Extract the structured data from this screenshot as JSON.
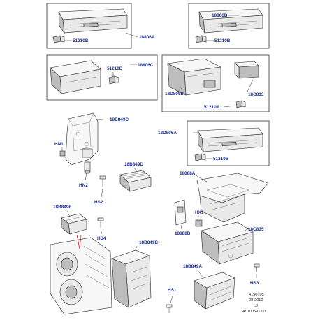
{
  "labels": {
    "p18806A": "18806A",
    "p51210B_a": "51210B",
    "p18806B": "18806B",
    "p51210B_b": "51210B",
    "p18806C": "18806C",
    "p51210B_c": "51210B",
    "p18D806B": "18D806B",
    "p18C833": "18C833",
    "p51210A": "51210A",
    "p18B849C": "18B849C",
    "p18D806A": "18D806A",
    "p51210B_d": "51210B",
    "pHN1": "HN1",
    "pHN2": "HN2",
    "p18B849D": "18B849D",
    "pHS2": "HS2",
    "p18888A": "18888A",
    "p18B849E": "18B849E",
    "pHX1": "HX1",
    "pHS4": "HS4",
    "p18888B": "18888B",
    "p18C835": "18C835",
    "p18B849B": "18B849B",
    "pHS3": "HS3",
    "p18B849A": "18B849A",
    "pHS1": "HS1"
  },
  "meta": {
    "line1": "4150105",
    "line2": "08-2010",
    "line3": "LJ",
    "line4": "A0100591-03"
  }
}
